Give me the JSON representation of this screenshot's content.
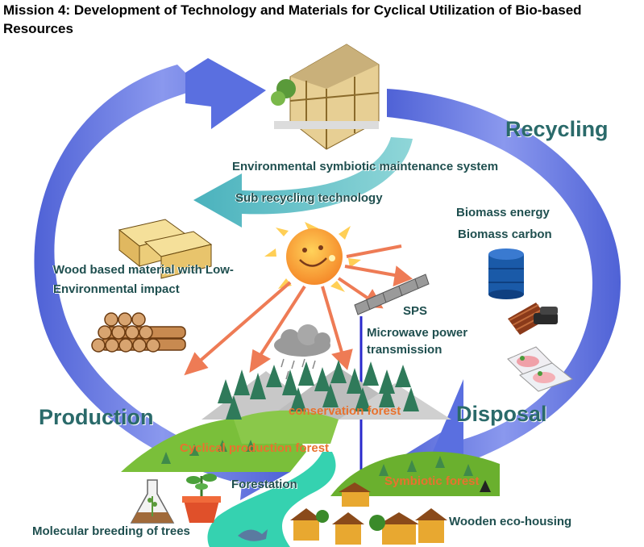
{
  "title": "Mission 4: Development of Technology and Materials for Cyclical Utilization of Bio-based Resources",
  "stages": {
    "recycling": "Recycling",
    "production": "Production",
    "disposal": "Disposal"
  },
  "labels": {
    "maintenance": "Environmental symbiotic maintenance system",
    "sub_recycling": "Sub recycling technology",
    "biomass_energy": "Biomass energy",
    "biomass_carbon": "Biomass carbon",
    "wood_material_1": "Wood based material with Low-",
    "wood_material_2": "Environmental impact",
    "sps": "SPS",
    "microwave_1": "Microwave power",
    "microwave_2": "transmission",
    "conservation": "conservation forest",
    "cyclical_forest": "Cyclical production forest",
    "forestation": "Forestation",
    "symbiotic": "Symbiotic forest",
    "molecular": "Molecular breeding of trees",
    "eco_housing": "Wooden eco-housing"
  },
  "colors": {
    "cycle_arrow": "#5a6fe0",
    "sub_arrow": "#5bbcc4",
    "sun_ray": "#ee7b55",
    "label_text": "#1f4f4f",
    "stage_text": "#2a6a6a",
    "forest_label": "#e8722e",
    "microwave_beam": "#2a2acc"
  },
  "icons": [
    "house-frame-icon",
    "sun-icon",
    "cloud-icon",
    "satellite-icon",
    "lumber-icon",
    "logs-icon",
    "oil-drum-icon",
    "firewood-icon",
    "food-tray-icon",
    "flask-icon",
    "sprout-pot-icon",
    "forest-icon",
    "village-icon"
  ]
}
